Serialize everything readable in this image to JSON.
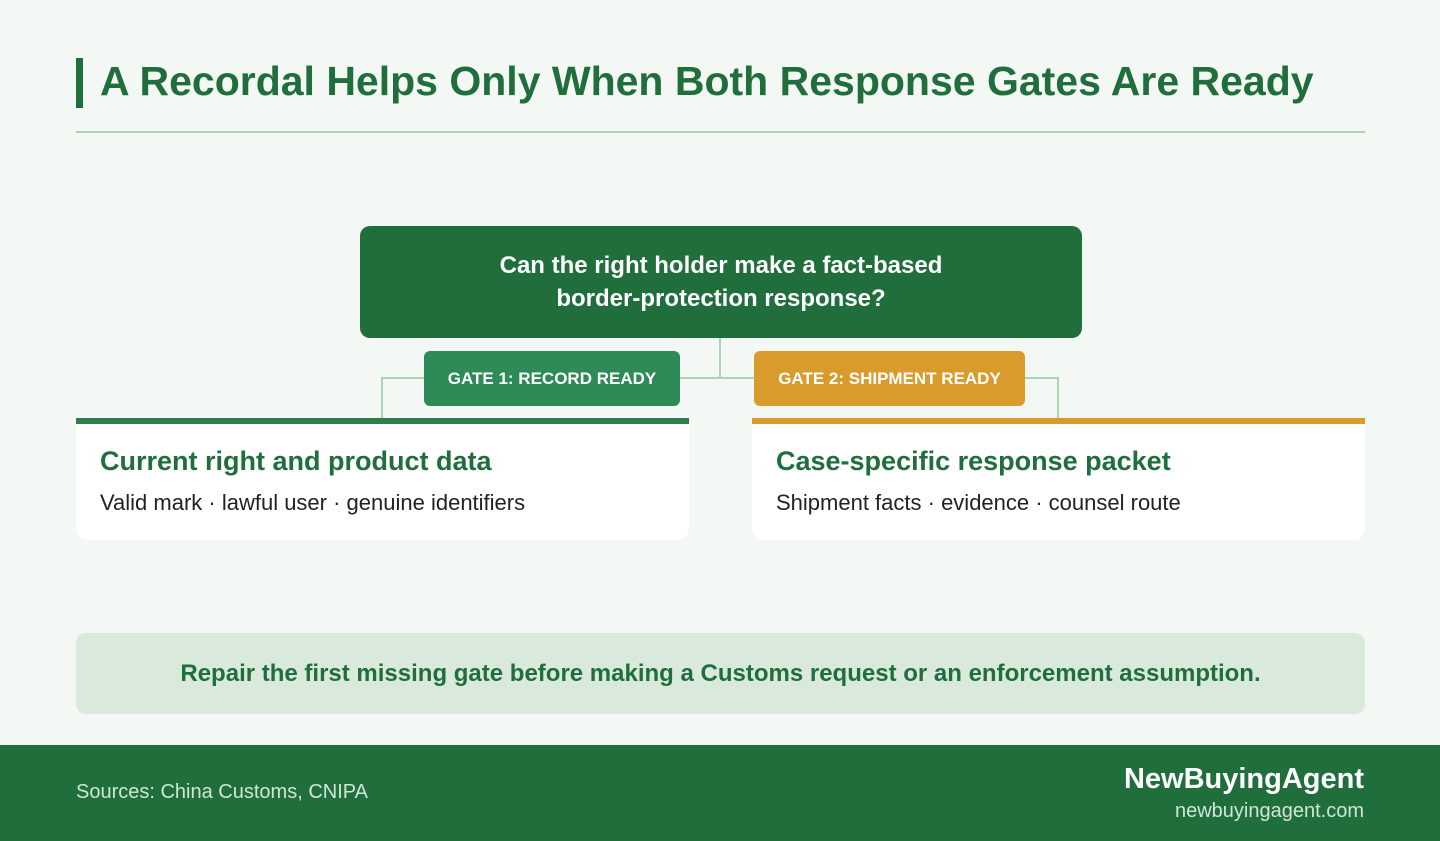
{
  "header": {
    "title": "A Recordal Helps Only When Both Response Gates Are Ready"
  },
  "question": {
    "text": "Can the right holder make a fact-based border-protection response?"
  },
  "gates": [
    {
      "label": "GATE 1: RECORD READY",
      "color": "#2e8b57",
      "card": {
        "heading": "Current right and product data",
        "body": "Valid mark · lawful user · genuine identifiers"
      }
    },
    {
      "label": "GATE 2: SHIPMENT READY",
      "color": "#d99b2b",
      "card": {
        "heading": "Case-specific response packet",
        "body": "Shipment facts · evidence · counsel route"
      }
    }
  ],
  "callout": {
    "text": "Repair the first missing gate before making a Customs request or an enforcement assumption."
  },
  "footer": {
    "sources": "Sources: China Customs, CNIPA",
    "brand_name": "NewBuyingAgent",
    "brand_url": "newbuyingagent.com"
  },
  "colors": {
    "brand_green": "#1f6e3c",
    "gate1_green": "#2e8b57",
    "gate2_amber": "#d99b2b",
    "background": "#f3f8f4",
    "connector": "#a9d4b5"
  }
}
